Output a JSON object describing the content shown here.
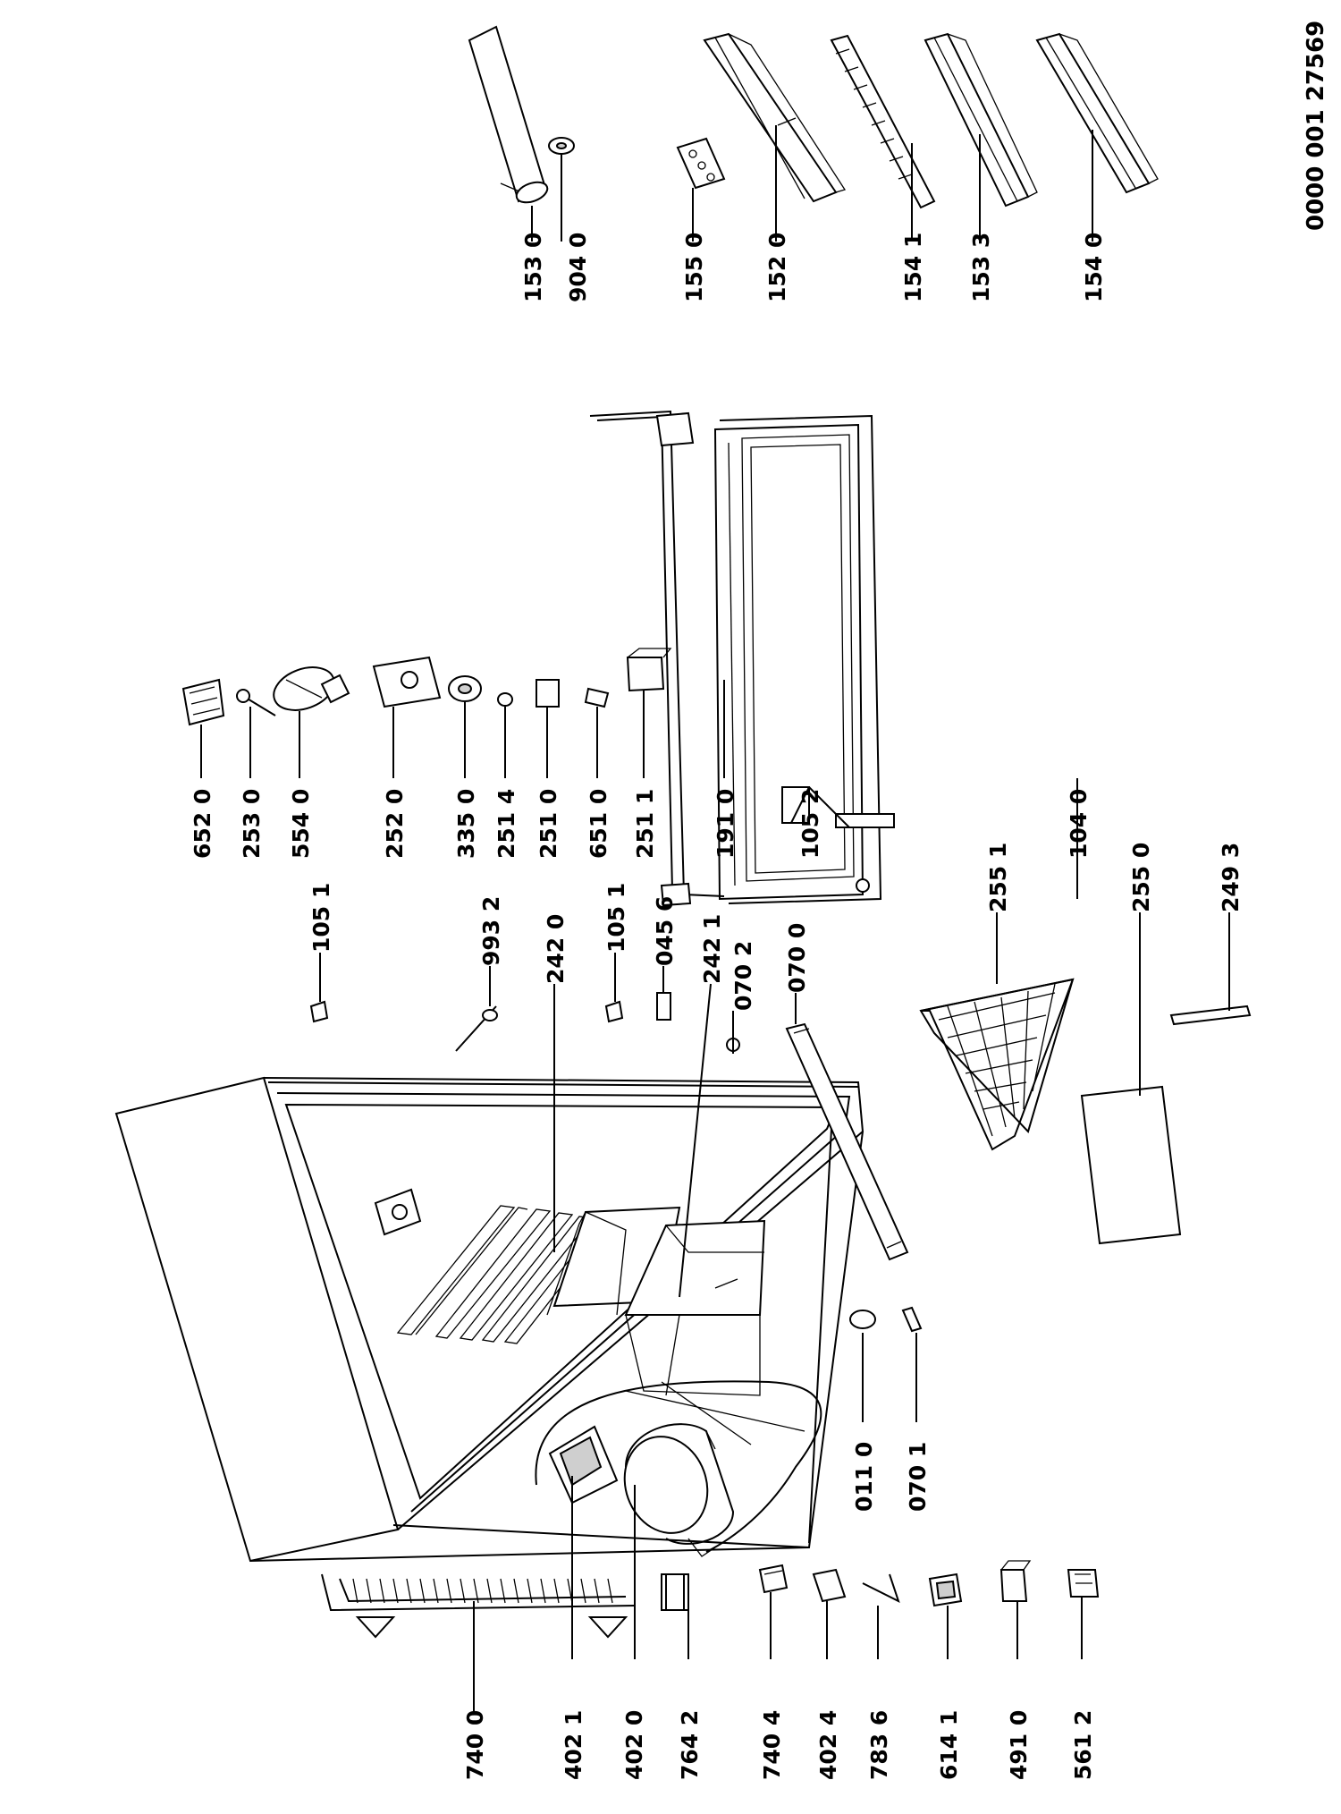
{
  "document_id": "0000 001 27569",
  "labels": {
    "l7400": "740 0",
    "l4021": "402 1",
    "l4020": "402 0",
    "l7642": "764 2",
    "l7404": "740 4",
    "l4024": "402 4",
    "l7836": "783 6",
    "l6141": "614 1",
    "l4910": "491 0",
    "l5612": "561 2",
    "l0110": "011 0",
    "l0701": "070 1",
    "l1051a": "105 1",
    "l9932": "993 2",
    "l2420": "242 0",
    "l1051b": "105 1",
    "l0456": "045 6",
    "l2421": "242 1",
    "l0702": "070 2",
    "l0700": "070 0",
    "l6520": "652 0",
    "l2530": "253 0",
    "l5540": "554 0",
    "l2520": "252 0",
    "l3350": "335 0",
    "l2514": "251 4",
    "l2510": "251 0",
    "l6510": "651 0",
    "l2511": "251 1",
    "l1910": "191 0",
    "l1052": "105 2",
    "l2551": "255 1",
    "l1040": "104 0",
    "l2550": "255 0",
    "l2493": "249 3",
    "l1530": "153 0",
    "l9040": "904 0",
    "l1550": "155 0",
    "l1520": "152 0",
    "l1541": "154 1",
    "l1533": "153 3",
    "l1540": "154 0"
  }
}
